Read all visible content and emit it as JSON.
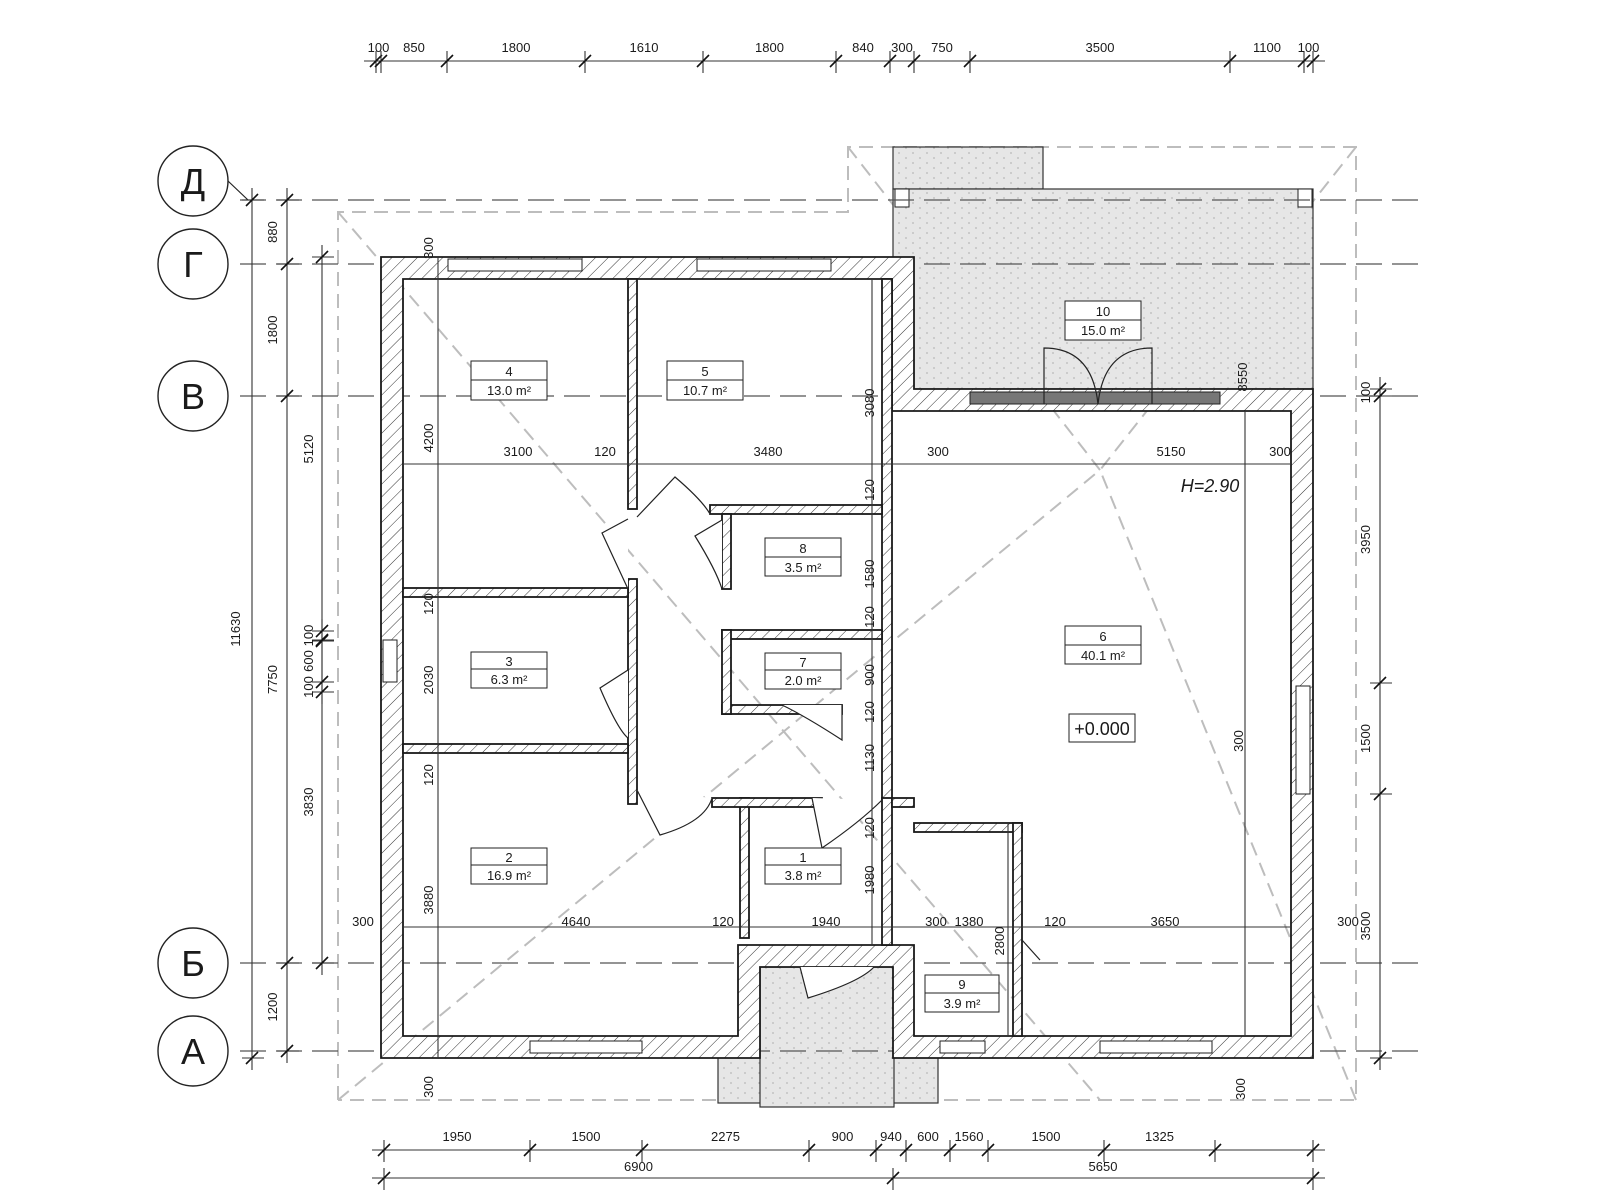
{
  "axes": {
    "horizontal": [
      "Д",
      "Г",
      "В",
      "Б",
      "А"
    ]
  },
  "rooms": [
    {
      "num": "1",
      "area": "3.8 m²"
    },
    {
      "num": "2",
      "area": "16.9 m²"
    },
    {
      "num": "3",
      "area": "6.3 m²"
    },
    {
      "num": "4",
      "area": "13.0 m²"
    },
    {
      "num": "5",
      "area": "10.7 m²"
    },
    {
      "num": "6",
      "area": "40.1 m²"
    },
    {
      "num": "7",
      "area": "2.0 m²"
    },
    {
      "num": "8",
      "area": "3.5 m²"
    },
    {
      "num": "9",
      "area": "3.9 m²"
    },
    {
      "num": "10",
      "area": "15.0 m²"
    }
  ],
  "level_mark": "+0.000",
  "height_mark": "H=2.90",
  "dims": {
    "top": [
      "100",
      "850",
      "1800",
      "1610",
      "1800",
      "840",
      "300",
      "750",
      "3500",
      "1100",
      "100"
    ],
    "bottom1": [
      "1950",
      "1500",
      "2275",
      "900",
      "940",
      "600",
      "1560",
      "1500",
      "1325"
    ],
    "bottom2": [
      "6900",
      "5650"
    ],
    "left_outer": [
      "11630"
    ],
    "left_mid": [
      "880",
      "1800",
      "7750",
      "1200"
    ],
    "left_inner": [
      "5120",
      "3830"
    ],
    "left_window": [
      "100",
      "600",
      "100"
    ],
    "right": [
      "100",
      "3950",
      "1500",
      "3500"
    ],
    "interior": [
      "300",
      "4200",
      "3100",
      "120",
      "3480",
      "3080",
      "300",
      "5150",
      "300",
      "120",
      "1580",
      "120",
      "900",
      "120",
      "1130",
      "120",
      "1980",
      "120",
      "2030",
      "120",
      "3880",
      "300",
      "4640",
      "120",
      "1940",
      "300",
      "1380",
      "2800",
      "120",
      "3650",
      "300",
      "8550",
      "300",
      "300",
      "300"
    ]
  }
}
